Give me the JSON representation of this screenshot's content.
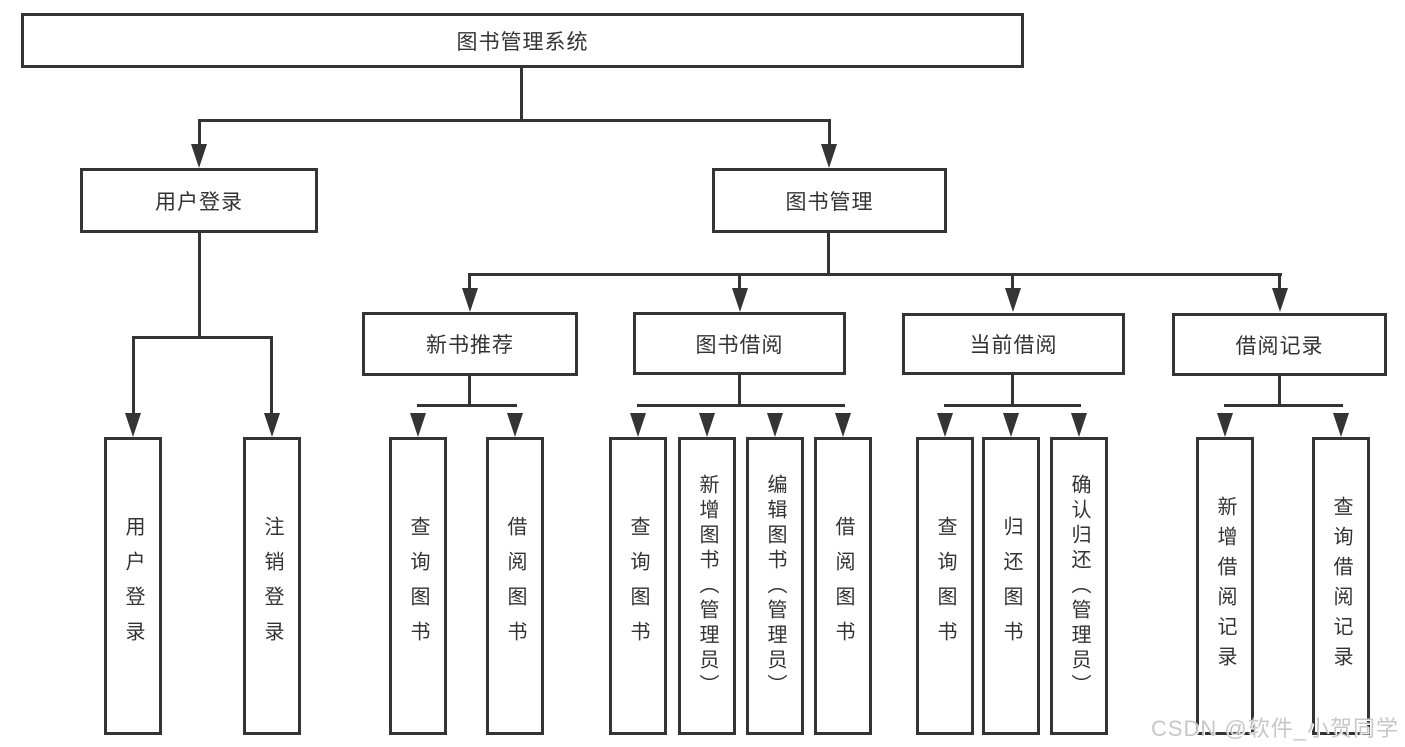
{
  "tree": {
    "root": "图书管理系统",
    "login": {
      "label": "用户登录",
      "children": [
        "用户登录",
        "注销登录"
      ]
    },
    "manage": {
      "label": "图书管理",
      "groups": [
        {
          "label": "新书推荐",
          "children": [
            "查询图书",
            "借阅图书"
          ]
        },
        {
          "label": "图书借阅",
          "children": [
            "查询图书",
            "新增图书（管理员）",
            "编辑图书（管理员）",
            "借阅图书"
          ]
        },
        {
          "label": "当前借阅",
          "children": [
            "查询图书",
            "归还图书",
            "确认归还（管理员）"
          ]
        },
        {
          "label": "借阅记录",
          "children": [
            "新增借阅记录",
            "查询借阅记录"
          ]
        }
      ]
    }
  },
  "watermark": "CSDN @软件_小贺同学",
  "colors": {
    "line": "#343434",
    "text": "#333333",
    "watermark": "#c7c7c7",
    "background": "#ffffff"
  }
}
